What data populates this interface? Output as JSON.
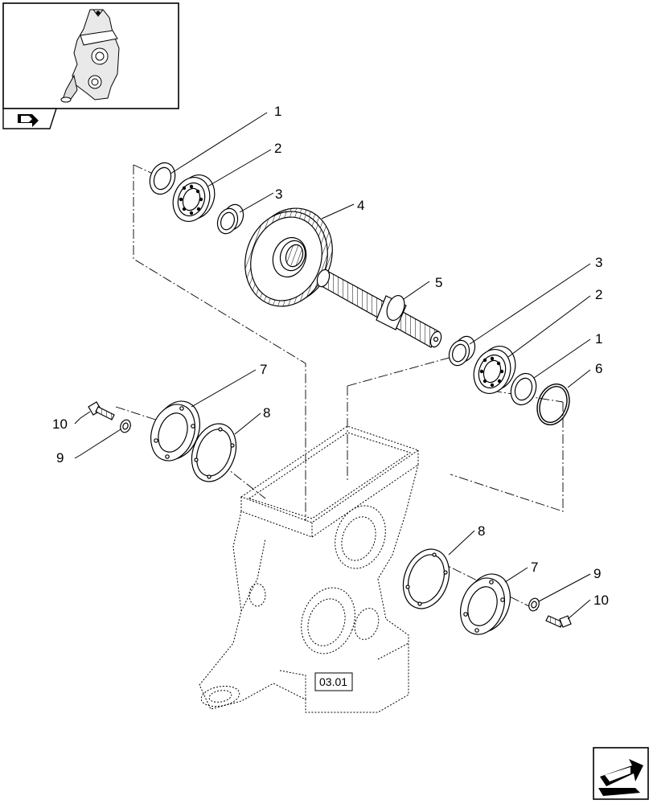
{
  "diagram": {
    "reference_box": "03.01",
    "callouts": {
      "c1_top": "1",
      "c2_top": "2",
      "c3_top": "3",
      "c4": "4",
      "c5": "5",
      "c3_right": "3",
      "c2_right": "2",
      "c1_right": "1",
      "c6": "6",
      "c7_left": "7",
      "c8_left": "8",
      "c10_left": "10",
      "c9_left": "9",
      "c8_right": "8",
      "c7_right": "7",
      "c9_right": "9",
      "c10_right": "10"
    },
    "icons": [
      "thumbnail-assembly-icon",
      "thumbnail-nav-arrow-icon",
      "next-page-arrow-icon"
    ]
  }
}
